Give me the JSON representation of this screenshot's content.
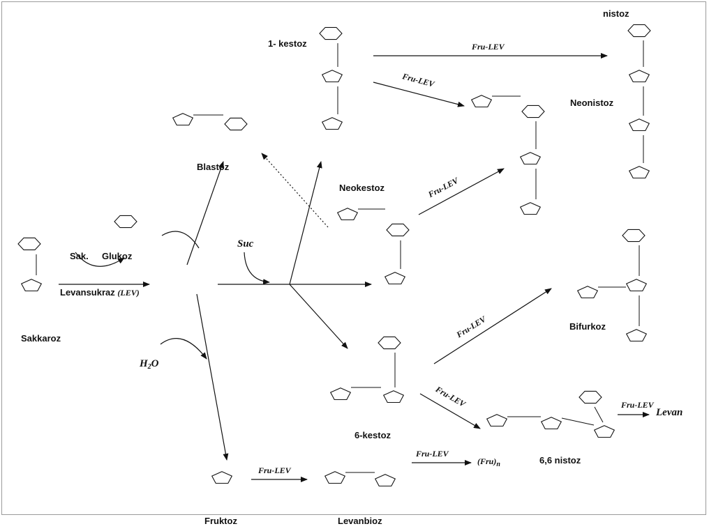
{
  "compounds": {
    "sakkaroz": "Sakkaroz",
    "glukoz": "Glukoz",
    "sak": "Sak.",
    "blastoz": "Blastoz",
    "kestoz1": "1- kestoz",
    "neokestoz": "Neokestoz",
    "kestoz6": "6-kestoz",
    "nistoz": "nistoz",
    "neonistoz": "Neonistoz",
    "bifurkoz": "Bifurkoz",
    "nistoz66": "6,6 nistoz",
    "fruktoz": "Fruktoz",
    "levanbioz": "Levanbioz",
    "levan": "Levan",
    "fru_n_base": "(Fru)",
    "fru_n_sub": "n"
  },
  "enzymes": {
    "levansukraz": "Levansukraz",
    "lev_abbr": "(LEV)",
    "fru_lev": "Fru-LEV",
    "suc": "Suc",
    "water_h": "H",
    "water_2": "2",
    "water_o": "O"
  },
  "colors": {
    "ink": "#111111",
    "frame": "#9a9a9a"
  }
}
